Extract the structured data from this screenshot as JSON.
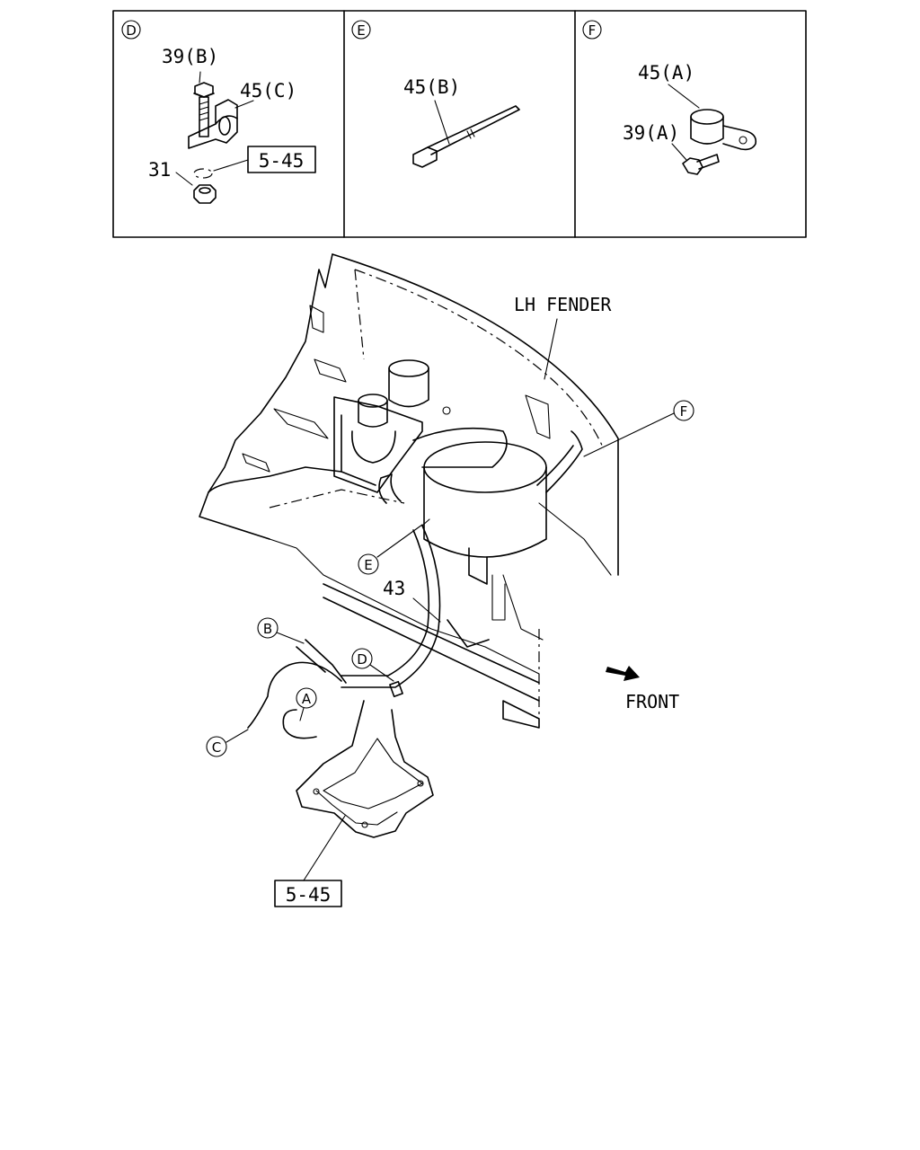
{
  "detail_panels": [
    {
      "marker": "D",
      "labels": {
        "bolt": "39(B)",
        "clip": "45(C)",
        "nut": "31",
        "ref": "5-45"
      }
    },
    {
      "marker": "E",
      "labels": {
        "tie": "45(B)"
      }
    },
    {
      "marker": "F",
      "labels": {
        "clamp": "45(A)",
        "bolt": "39(A)"
      }
    }
  ],
  "main_view": {
    "fender_label": "LH FENDER",
    "front_label": "FRONT",
    "hose_label": "43",
    "ref_label": "5-45",
    "markers": {
      "A": "A",
      "B": "B",
      "C": "C",
      "D": "D",
      "E": "E",
      "F": "F"
    }
  },
  "icons": [
    "front-arrow-icon"
  ]
}
